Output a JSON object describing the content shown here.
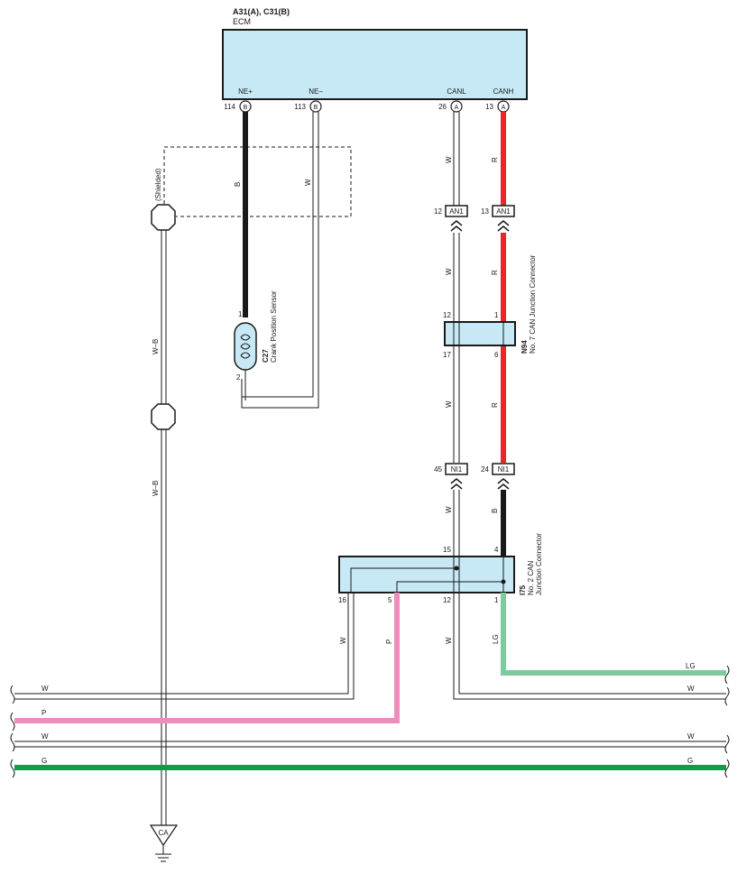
{
  "ecm": {
    "title": "A31(A), C31(B)",
    "name": "ECM",
    "pins": {
      "ne_plus": {
        "label": "NE+",
        "num": "114",
        "conn": "B"
      },
      "ne_minus": {
        "label": "NE–",
        "num": "113",
        "conn": "B"
      },
      "canl": {
        "label": "CANL",
        "num": "26",
        "conn": "A"
      },
      "canh": {
        "label": "CANH",
        "num": "13",
        "conn": "A"
      }
    }
  },
  "shield": {
    "label": "(Shielded)"
  },
  "wire_colors": {
    "b": "B",
    "w": "W",
    "r": "R",
    "wb": "W–B",
    "p": "P",
    "lg": "LG",
    "g": "G"
  },
  "colors": {
    "red": "#e8262b",
    "black": "#1a1a1a",
    "pink": "#f08cbc",
    "light_green": "#7dcb9d",
    "green": "#0aa04a",
    "box_fill": "#c7e9f6"
  },
  "crank_sensor": {
    "code": "C27",
    "name": "Crank Position Sensor",
    "pin1": "1",
    "pin2": "2"
  },
  "an1": {
    "label": "AN1",
    "left_num": "12",
    "right_num": "13"
  },
  "n94": {
    "code": "N94",
    "name": "No. 7 CAN Junction Connector",
    "pin_tl": "12",
    "pin_tr": "1",
    "pin_bl": "17",
    "pin_br": "6"
  },
  "ni1": {
    "label": "NI1",
    "left_num": "45",
    "right_num": "24"
  },
  "i75": {
    "code": "I75",
    "name_line1": "No. 2 CAN",
    "name_line2": "Junction Connector",
    "pin_15": "15",
    "pin_4": "4",
    "pin_16": "16",
    "pin_5": "5",
    "pin_12": "12",
    "pin_1": "1"
  },
  "ground": {
    "label": "CA"
  }
}
